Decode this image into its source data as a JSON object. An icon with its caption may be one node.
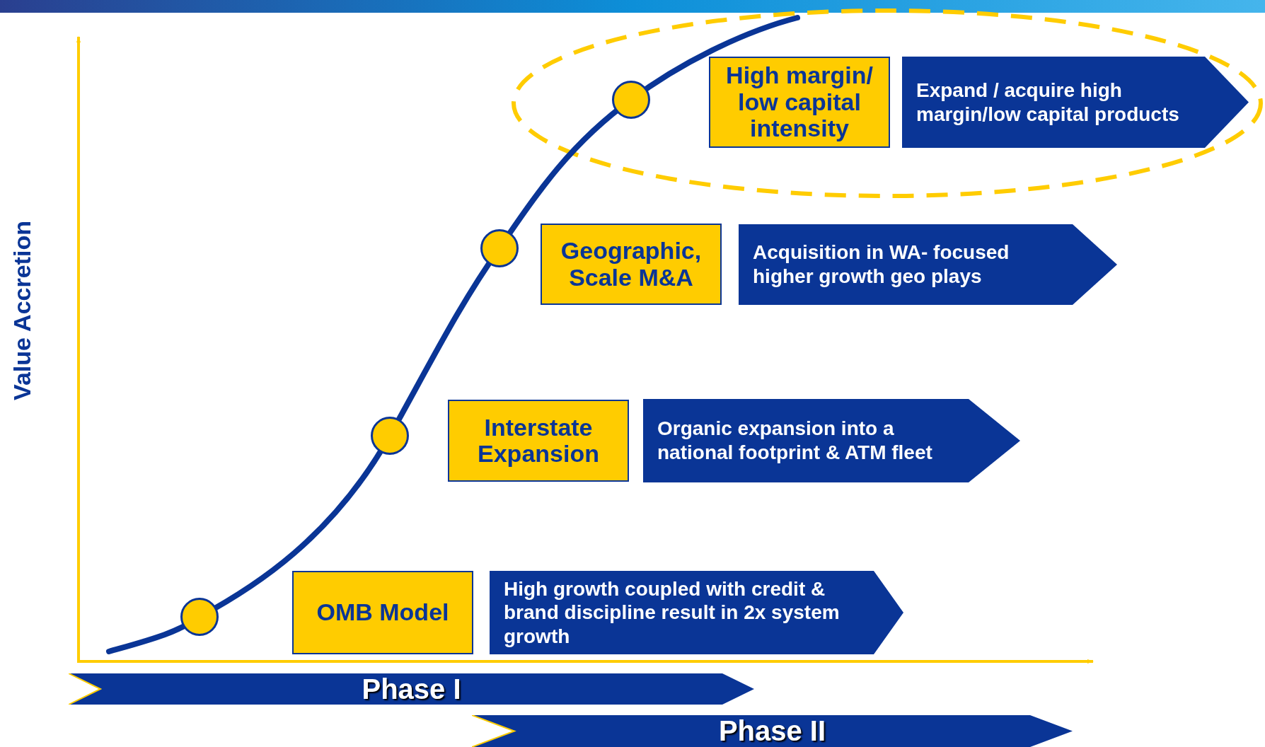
{
  "diagram": {
    "nodes": [
      {
        "text": [
          "High margin/ low capital intensity"
        ]
      },
      {
        "text": [
          "Expand / acquire high margin/low capital products"
        ]
      },
      {
        "text": [
          "Geographic, Scale M&A"
        ]
      },
      {
        "text": [
          "Acquisition in WA- focused higher growth geo plays"
        ]
      },
      {
        "text": [
          "Interstate Expansion"
        ]
      },
      {
        "text": [
          "Organic expansion into a national footprint & ATM fleet"
        ]
      },
      {
        "text": [
          "OMB Model"
        ]
      },
      {
        "text": [
          "High growth coupled with credit & brand discipline result in 2x system growth"
        ]
      },
      {
        "text": [
          "Phase I"
        ]
      },
      {
        "text": [
          "Phase II"
        ]
      },
      {
        "text": [],
        "shape": "circle"
      },
      {
        "text": [],
        "shape": "circle"
      },
      {
        "text": [],
        "shape": "circle"
      },
      {
        "text": [],
        "shape": "circle"
      }
    ],
    "labels": [
      "Value Accretion"
    ]
  }
}
